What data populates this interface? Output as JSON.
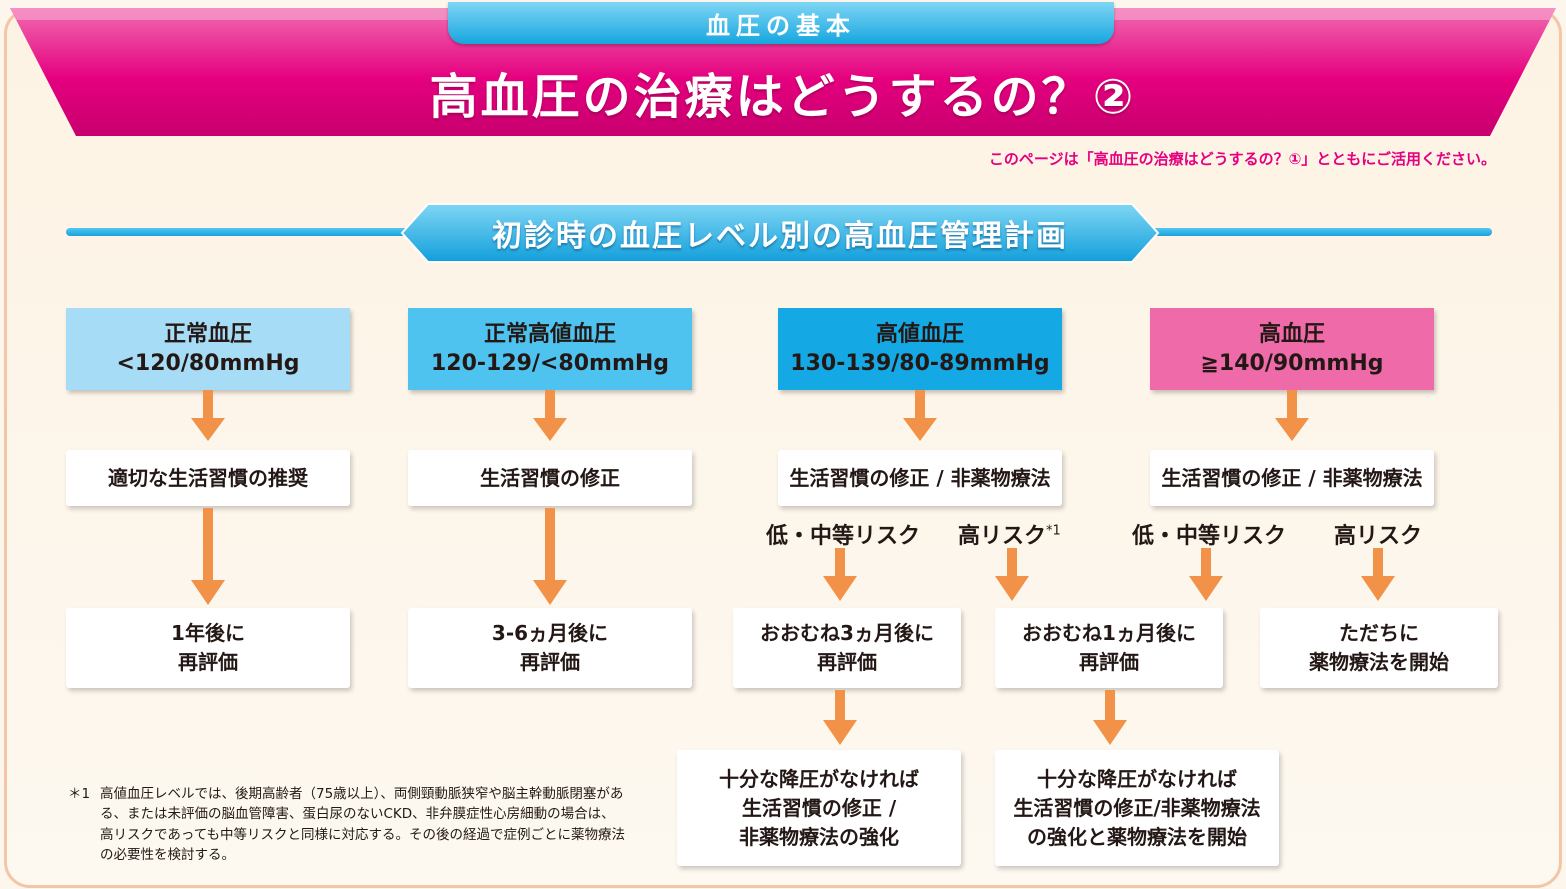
{
  "header": {
    "category": "血圧の基本",
    "title": "高血圧の治療はどうするの？②",
    "note": "このページは「高血圧の治療はどうするの？①」とともにご活用ください。"
  },
  "section": {
    "title": "初診時の血圧レベル別の高血圧管理計画"
  },
  "colors": {
    "pink_brand": "#e5007f",
    "blue_accent": "#1aa2dc",
    "arrow_orange": "#f19248",
    "normal_bp": "#a7dcf6",
    "high_normal_bp": "#4ec3ef",
    "elevated_bp": "#14a9e4",
    "hypertension": "#ef6aa8"
  },
  "levels": [
    {
      "name": "正常血圧",
      "range": "<120/80mmHg"
    },
    {
      "name": "正常高値血圧",
      "range": "120-129/<80mmHg"
    },
    {
      "name": "高値血圧",
      "range": "130-139/80-89mmHg"
    },
    {
      "name": "高血圧",
      "range": "≧140/90mmHg"
    }
  ],
  "first_steps": [
    "適切な生活習慣の推奨",
    "生活習慣の修正",
    "生活習慣の修正 / 非薬物療法",
    "生活習慣の修正 / 非薬物療法"
  ],
  "risk_labels": {
    "elevated_low": "低・中等リスク",
    "elevated_high": "高リスク",
    "elevated_high_note": "*1",
    "hypertension_low": "低・中等リスク",
    "hypertension_high": "高リスク"
  },
  "evaluations": [
    {
      "line1": "1年後に",
      "line2": "再評価"
    },
    {
      "line1": "3-6ヵ月後に",
      "line2": "再評価"
    },
    {
      "line1": "おおむね3ヵ月後に",
      "line2": "再評価"
    },
    {
      "line1": "おおむね1ヵ月後に",
      "line2": "再評価"
    },
    {
      "line1": "ただちに",
      "line2": "薬物療法を開始"
    }
  ],
  "outcomes": [
    {
      "line1": "十分な降圧がなければ",
      "line2": "生活習慣の修正 /",
      "line3": "非薬物療法の強化"
    },
    {
      "line1": "十分な降圧がなければ",
      "line2": "生活習慣の修正/非薬物療法",
      "line3": "の強化と薬物療法を開始"
    }
  ],
  "footnote": {
    "mark": "＊1",
    "text": "高値血圧レベルでは、後期高齢者（75歳以上）、両側頸動脈狭窄や脳主幹動脈閉塞がある、または未評価の脳血管障害、蛋白尿のないCKD、非弁膜症性心房細動の場合は、高リスクであっても中等リスクと同様に対応する。その後の経過で症例ごとに薬物療法の必要性を検討する。"
  }
}
